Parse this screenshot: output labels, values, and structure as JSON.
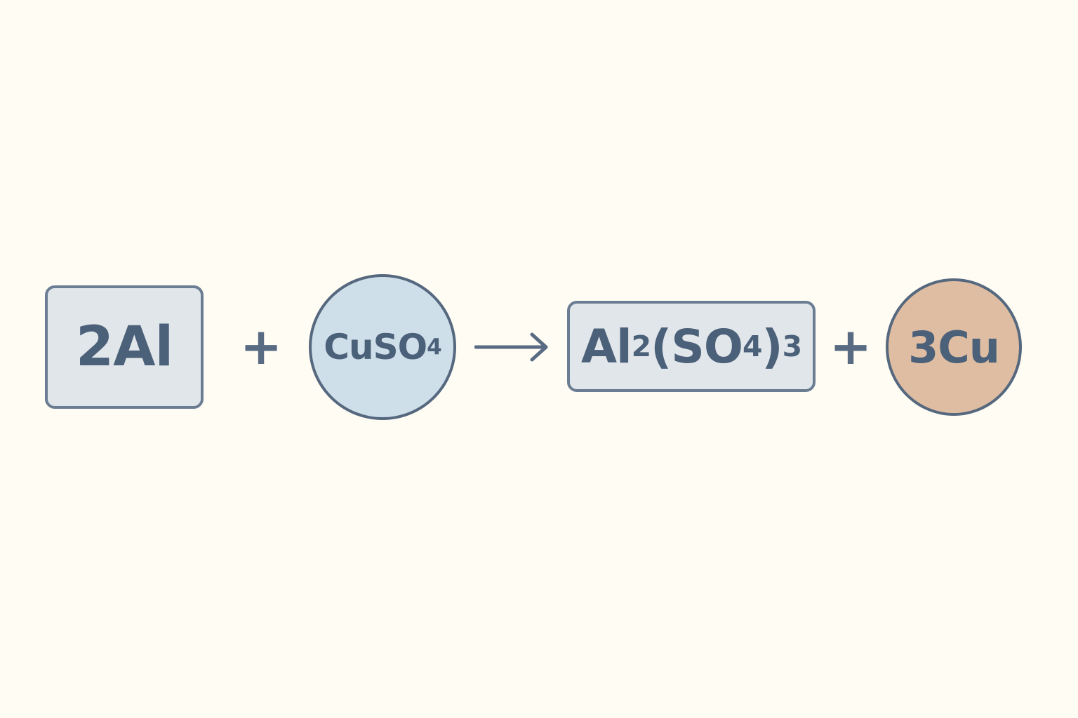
{
  "equation": {
    "reactants": [
      {
        "id": "al",
        "parts": [
          {
            "text": "2Al"
          }
        ],
        "shape": "rounded-rectangle",
        "fill": "#e1e6ea",
        "stroke": "#6b7d92"
      },
      {
        "id": "cuso4",
        "parts": [
          {
            "text": "CuSO"
          },
          {
            "text": "4",
            "sub": true
          }
        ],
        "shape": "circle",
        "fill": "#cfdfea",
        "stroke": "#55687e"
      }
    ],
    "products": [
      {
        "id": "al2so43",
        "parts": [
          {
            "text": "Al"
          },
          {
            "text": "2",
            "sub": true
          },
          {
            "text": "(SO"
          },
          {
            "text": "4",
            "sub": true
          },
          {
            "text": ")"
          },
          {
            "text": "3",
            "sub": true
          }
        ],
        "shape": "rounded-rectangle",
        "fill": "#e1e6ea",
        "stroke": "#6b7d92"
      },
      {
        "id": "cu",
        "parts": [
          {
            "text": "3Cu"
          }
        ],
        "shape": "circle",
        "fill": "#dfbda2",
        "stroke": "#55687e"
      }
    ],
    "plus_symbol": "+",
    "arrow_icon": "right-arrow-icon"
  },
  "colors": {
    "background": "#fffcf4",
    "text": "#4b6079",
    "operator": "#586b82"
  }
}
